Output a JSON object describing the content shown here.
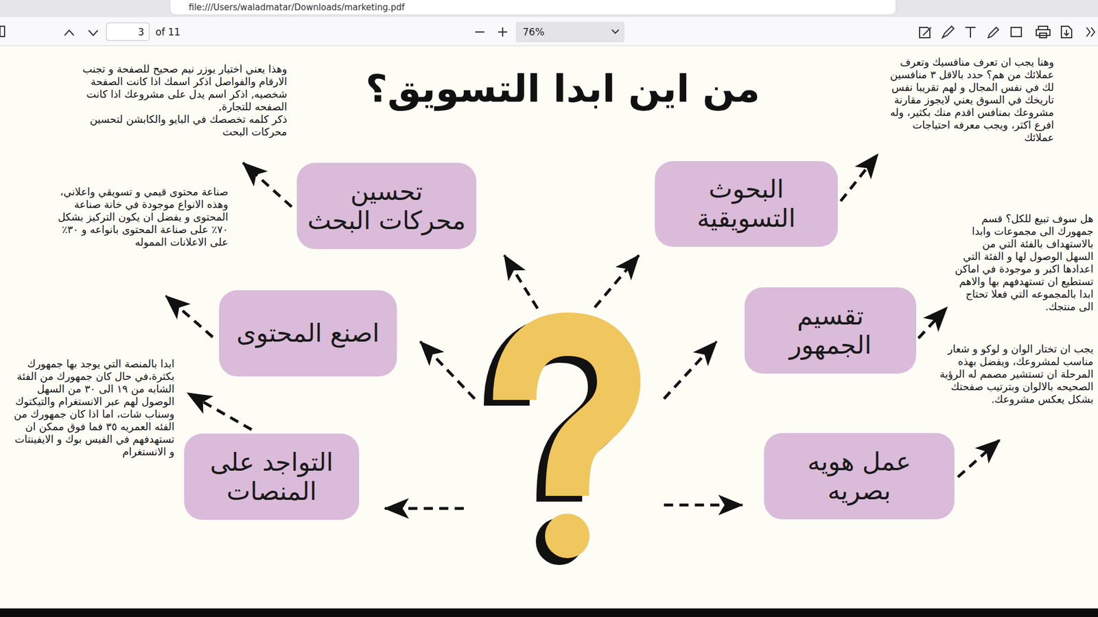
{
  "diagram": {
    "title": "من اين ابدا التسويق؟",
    "nodes": [
      {
        "text": [
          "البحوث التسويقية"
        ]
      },
      {
        "text": [
          "تحسين محركات البحث"
        ]
      },
      {
        "text": [
          "تقسيم الجمهور"
        ]
      },
      {
        "text": [
          "اصنع المحتوى"
        ]
      },
      {
        "text": [
          "عمل هويه بصريه"
        ]
      },
      {
        "text": [
          "التواجد على المنصات"
        ]
      }
    ],
    "labels": [
      "file:///Users/waladmatar/Downloads/marketing.pdf",
      "3",
      "of 11",
      "76%",
      "وهنا يجب ان تعرف منافسيك وتعرف عملائك من هم؟ حدد بالاقل ٣ منافسين لك في نفس المجال و لهم تقريبا نفس تاريخك في السوق يعني لايجوز مقارنة مشروعك بمنافس اقدم منك بكثير، وله افرع اكثر، ويجب معرفه احتياجات عملائك",
      "وهذا يعني اختيار يوزر نيم صحيح للصفحة و تجنب الارقام والفواصل اذكر اسمك اذا كانت الصفحة شخصيه, اذكر اسم يدل على مشروعك اذا كانت الصفحه للتجارة,",
      "ذكر كلمه تخصصك في البايو والكابشن لتحسين محركات البحث",
      "هل سوف تبيع للكل؟ قسم جمهورك الى مجموعات وابدا بالاستهداف بالفئة التي من السهل الوصول لها و الفئة التي اعدادها اكبر و موجودة في اماكن تستطيع ان تستهدفهم بها والاهم ابدا بالمجموعه التي فعلا تحتاج الى منتجك.",
      "صناعة محتوى قيمي و تسويقي واعلاني، وهذه الانواع موجودة في خانة صناعة المحتوى و يفضل ان يكون التركيز بشكل ٧٠٪ على صناعة المحتوى بانواعه و ٣٠٪ على الاعلانات المموله",
      "يجب ان تختار الوان و لوكو و شعار مناسب لمشروعك، ويفضل بهذه المرحلة ان تستشير مصمم له الرؤية الصحيحه بالالوان وبترتيب صفحتك بشكل يعكس مشروعك.",
      "ابدا بالمنصة التي يوجد بها جمهورك بكثرة،في حال كان جمهورك من الفئة الشابه من ١٩ الى ٣٠ من السهل الوصول لهم عبر الانستغرام والتيكتوك وسناب شات، اما اذا كان جمهورك من الفئه العمريه ٣٥ فما فوق ممكن ان تستهدفهم في الفيس بوك و الايفينتات و الانستغرام"
    ]
  }
}
